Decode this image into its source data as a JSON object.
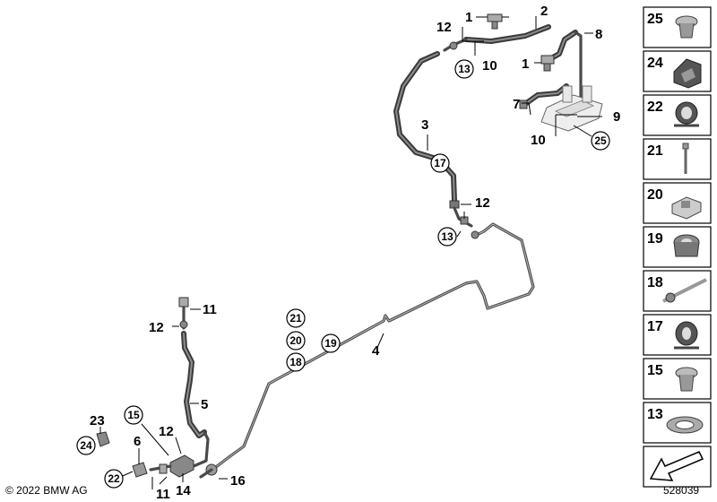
{
  "callouts": {
    "c1a": "1",
    "c2": "2",
    "c12a": "12",
    "c13a": "13",
    "c10a": "10",
    "c8": "8",
    "c1b": "1",
    "c7": "7",
    "c9": "9",
    "c10b": "10",
    "c25": "25",
    "c3": "3",
    "c17": "17",
    "c12b": "12",
    "c13b": "13",
    "c11a": "11",
    "c12c": "12",
    "c21": "21",
    "c20": "20",
    "c19": "19",
    "c18": "18",
    "c4": "4",
    "c5": "5",
    "c23": "23",
    "c24": "24",
    "c15": "15",
    "c12d": "12",
    "c6": "6",
    "c22": "22",
    "c11b": "11",
    "c14": "14",
    "c16": "16"
  },
  "parts_panel": [
    "25",
    "24",
    "22",
    "21",
    "20",
    "19",
    "18",
    "17",
    "15",
    "13"
  ],
  "copyright": "© 2022 BMW AG",
  "document_number": "528039",
  "colors": {
    "line": "#000000",
    "part": "#4a4a4a",
    "panel_border": "#000000"
  }
}
